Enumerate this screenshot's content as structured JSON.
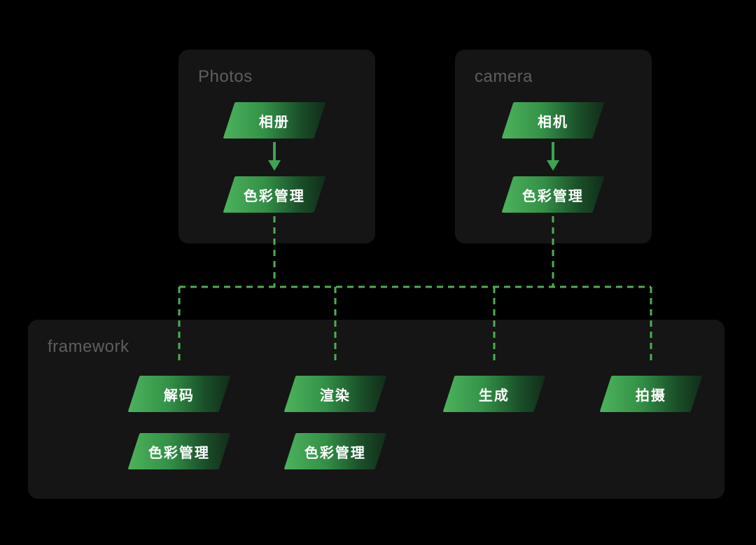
{
  "colors": {
    "page_background": "#000000",
    "card_background": "#151515",
    "card_title_text": "#5e5e5e",
    "node_text": "#ffffff",
    "node_gradient_start": "#4cb35c",
    "node_gradient_end": "#112c19",
    "connector_green": "#4caf50",
    "arrow_green": "#3fa352"
  },
  "photos_card": {
    "title": "Photos",
    "nodes": [
      {
        "label": "相册"
      },
      {
        "label": "色彩管理"
      }
    ]
  },
  "camera_card": {
    "title": "camera",
    "nodes": [
      {
        "label": "相机"
      },
      {
        "label": "色彩管理"
      }
    ]
  },
  "framework_card": {
    "title": "framework",
    "columns": [
      {
        "nodes": [
          "解码",
          "色彩管理"
        ]
      },
      {
        "nodes": [
          "渲染",
          "色彩管理"
        ]
      },
      {
        "nodes": [
          "生成"
        ]
      },
      {
        "nodes": [
          "拍摄"
        ]
      }
    ]
  },
  "icons": {
    "flow_arrow": "arrow-down-icon",
    "connector_style": "dashed-line"
  }
}
